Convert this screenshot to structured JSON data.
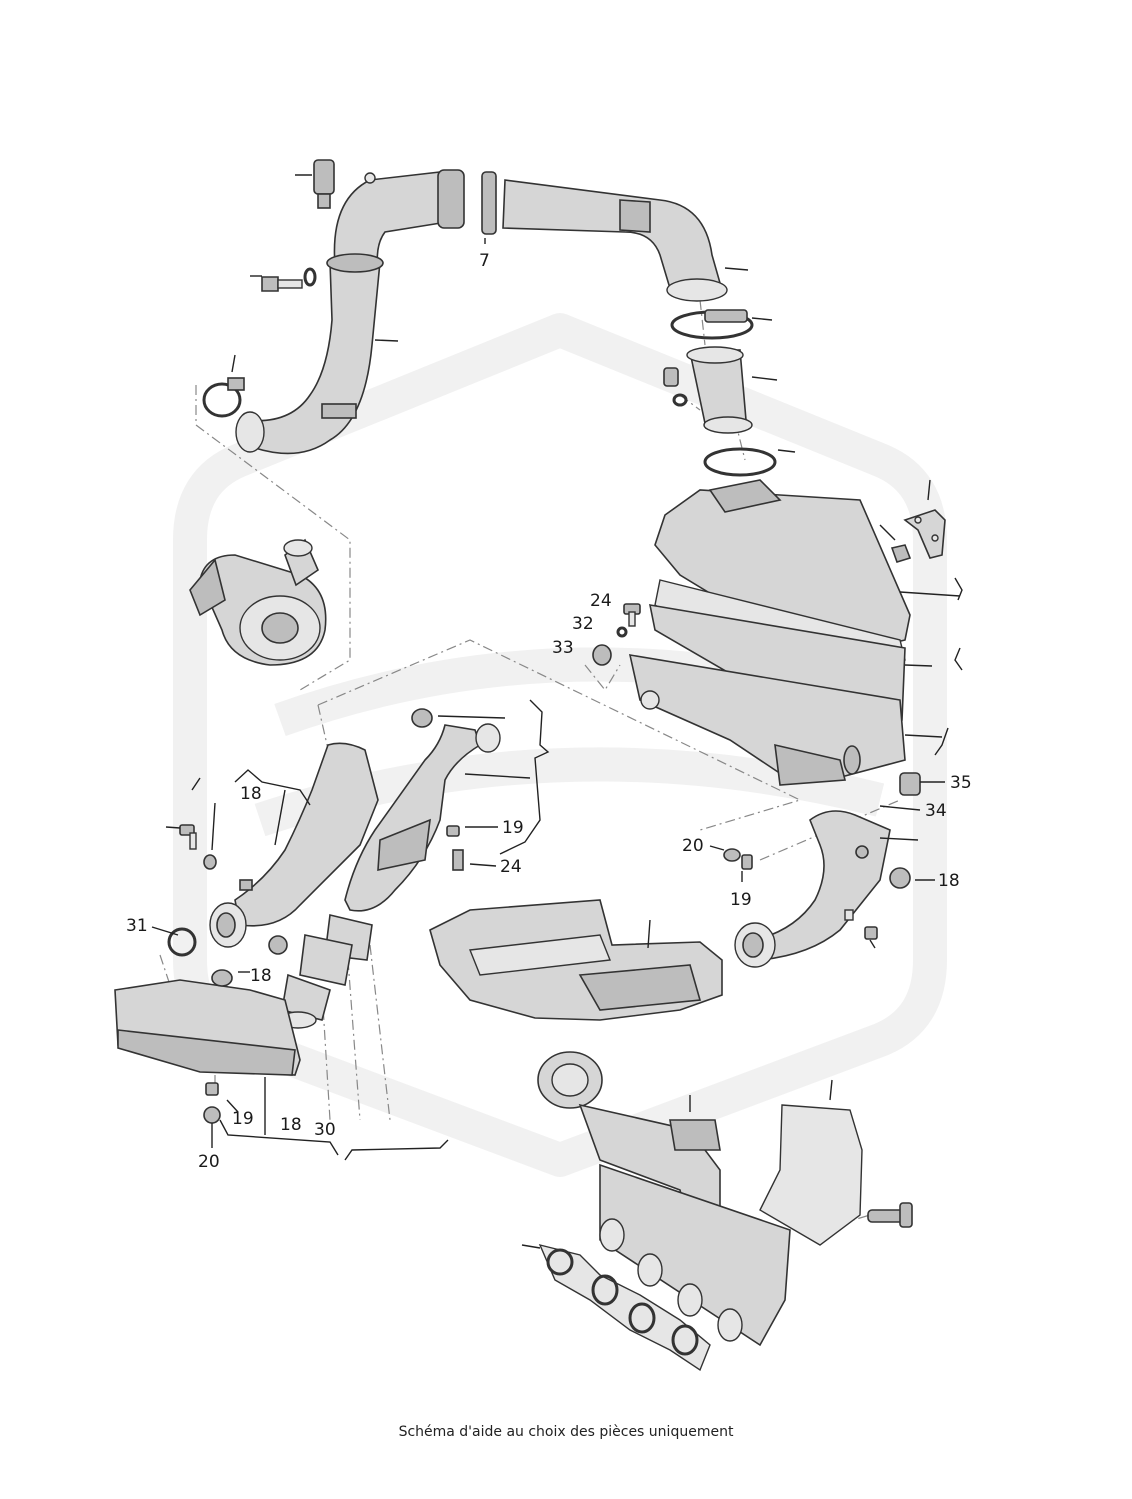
{
  "caption": "Schéma d'aide au choix des pièces uniquement",
  "callouts": [
    {
      "id": "c7",
      "text": "7"
    },
    {
      "id": "c24a",
      "text": "24"
    },
    {
      "id": "c32",
      "text": "32"
    },
    {
      "id": "c33",
      "text": "33"
    },
    {
      "id": "c35",
      "text": "35"
    },
    {
      "id": "c34",
      "text": "34"
    },
    {
      "id": "c18a",
      "text": "18"
    },
    {
      "id": "c19a",
      "text": "19"
    },
    {
      "id": "c24b",
      "text": "24"
    },
    {
      "id": "c20a",
      "text": "20"
    },
    {
      "id": "c19b",
      "text": "19"
    },
    {
      "id": "c18b",
      "text": "18"
    },
    {
      "id": "c31",
      "text": "31"
    },
    {
      "id": "c18c",
      "text": "18"
    },
    {
      "id": "c19c",
      "text": "19"
    },
    {
      "id": "c18d",
      "text": "18"
    },
    {
      "id": "c30",
      "text": "30"
    },
    {
      "id": "c20b",
      "text": "20"
    }
  ]
}
